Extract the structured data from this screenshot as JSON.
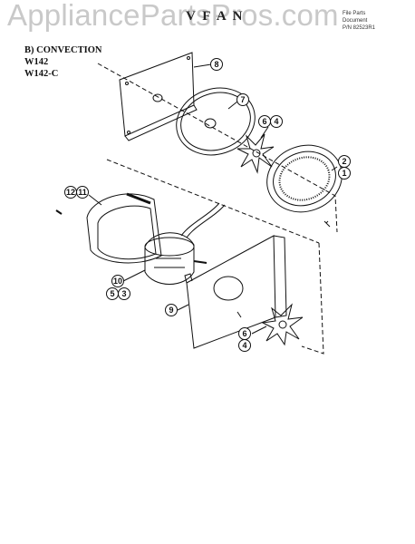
{
  "watermark": "AppliancePartsPros.com",
  "heading": "V  F A N",
  "corner_note": [
    "File  Parts",
    "Document",
    "P/N  82523R1"
  ],
  "section_title": "B) CONVECTION",
  "models": [
    "W142",
    "W142-C"
  ],
  "callouts": [
    "8",
    "7",
    "6",
    "4",
    "2",
    "1",
    "12",
    "11",
    "10",
    "5",
    "3",
    "9",
    "6",
    "4"
  ]
}
